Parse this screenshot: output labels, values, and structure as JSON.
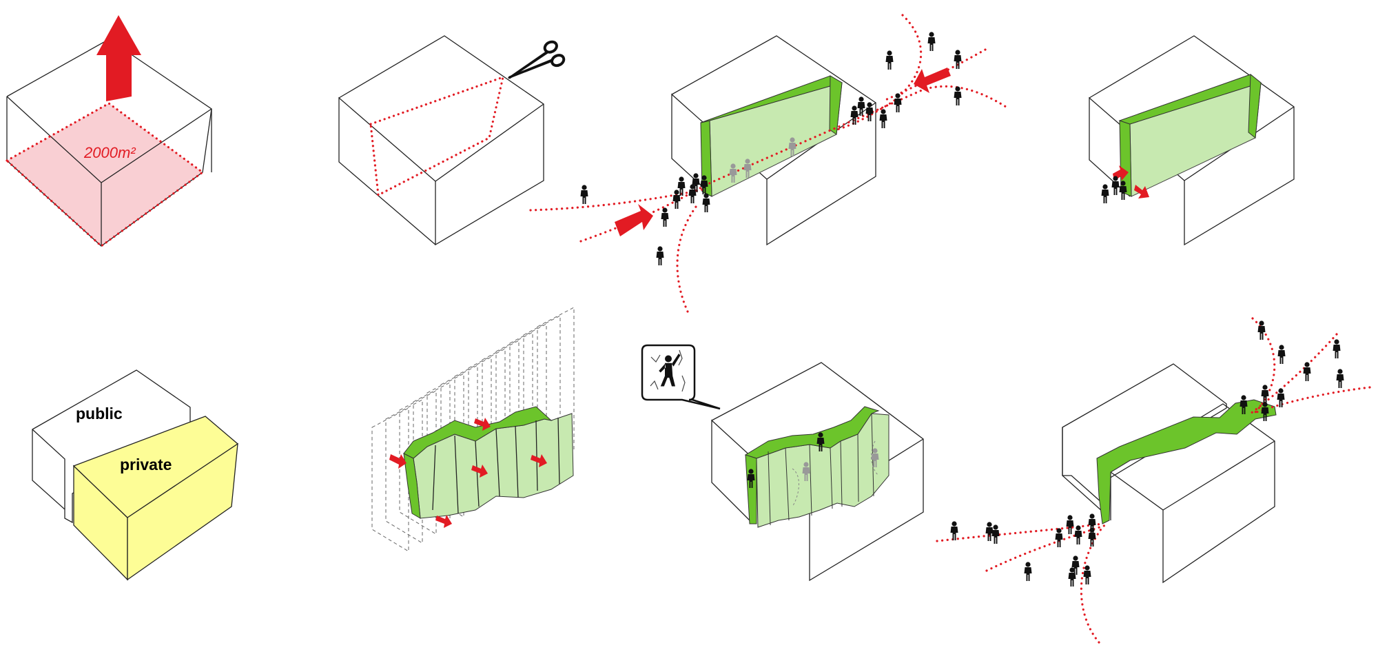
{
  "diagram": {
    "panel_1": {
      "area_label": "2000m²"
    },
    "panel_5": {
      "public_label": "public",
      "private_label": "private"
    }
  },
  "colors": {
    "red": "#e21b23",
    "red_fill": "#f9cfd3",
    "green_dark": "#6cc42b",
    "green_light": "#c7e9b0",
    "yellow": "#fdfd96",
    "line": "#222222"
  },
  "icons": [
    "scissors-icon",
    "person-icon",
    "arrow-icon",
    "speech-bubble-icon"
  ]
}
